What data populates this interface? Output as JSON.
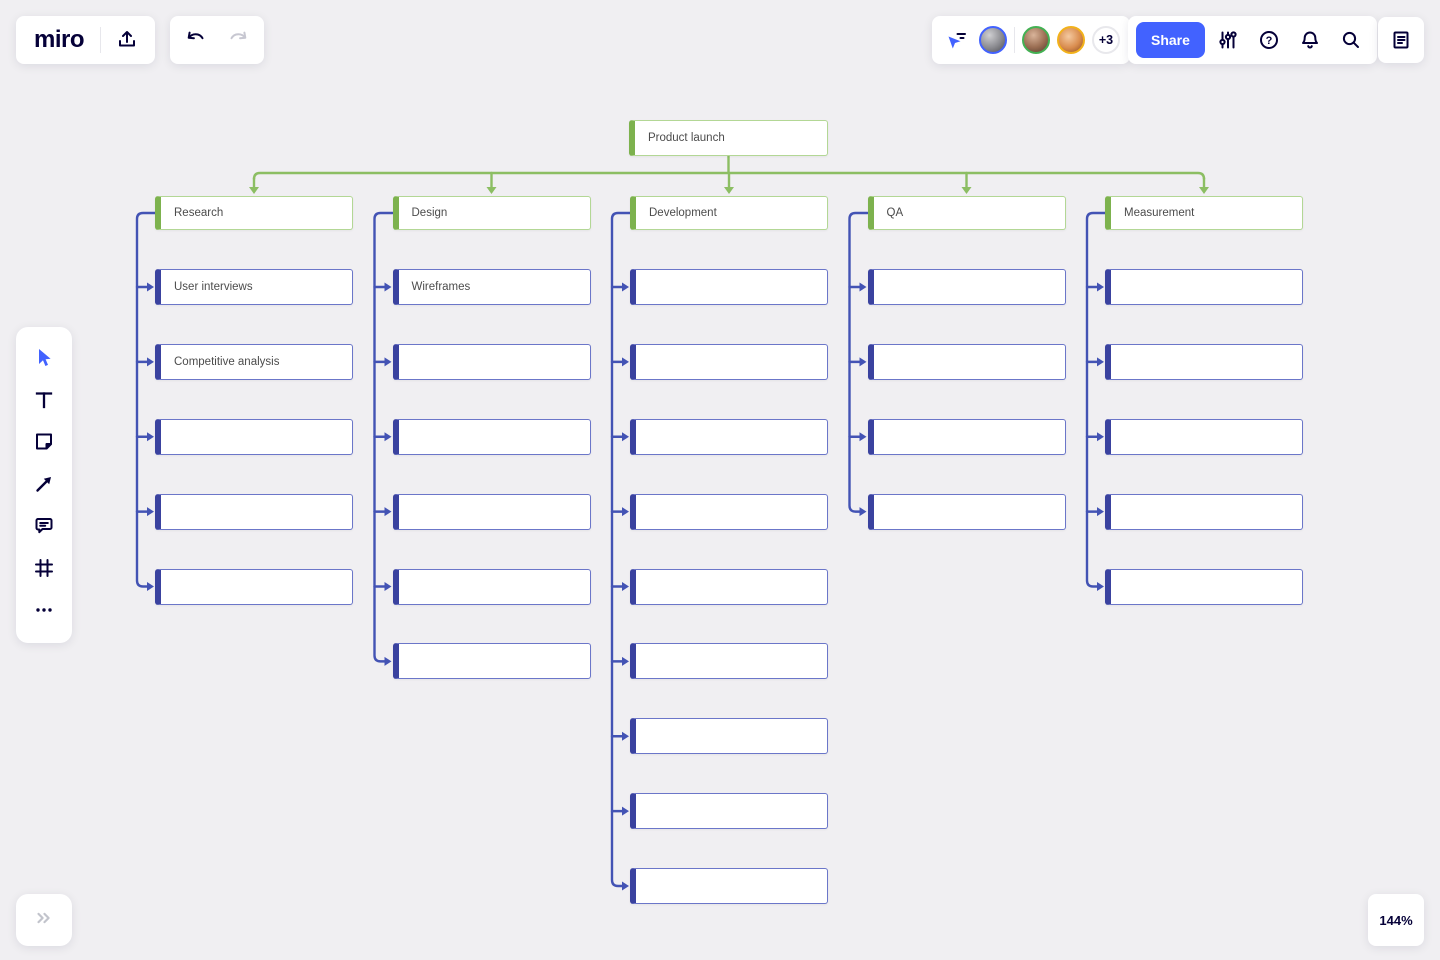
{
  "header": {
    "logo": "miro",
    "share_button": "Share",
    "overflow_avatars": "+3",
    "collaborators": [
      {
        "label": "collaborator-1",
        "ring": "#4262ff"
      },
      {
        "label": "collaborator-2",
        "ring": "#43b153"
      },
      {
        "label": "collaborator-3",
        "ring": "#f2b21b"
      }
    ]
  },
  "zoom_indicator": "144%",
  "tree": {
    "root": "Product launch",
    "columns": [
      {
        "header": "Research",
        "children": [
          "User interviews",
          "Competitive analysis",
          "",
          "",
          ""
        ]
      },
      {
        "header": "Design",
        "children": [
          "Wireframes",
          "",
          "",
          "",
          "",
          ""
        ]
      },
      {
        "header": "Development",
        "children": [
          "",
          "",
          "",
          "",
          "",
          "",
          "",
          "",
          ""
        ]
      },
      {
        "header": "QA",
        "children": [
          "",
          "",
          "",
          ""
        ]
      },
      {
        "header": "Measurement",
        "children": [
          "",
          "",
          "",
          "",
          ""
        ]
      }
    ]
  },
  "icons": {
    "left_toolbar": [
      "select-cursor",
      "text",
      "sticky-note",
      "arrow",
      "comment",
      "frame",
      "more"
    ],
    "top_left": [
      "export-upload",
      "undo",
      "redo"
    ],
    "top_right": [
      "follow-cursor",
      "settings-sliders",
      "help",
      "notifications-bell",
      "search",
      "notes-document"
    ],
    "bottom_left": "expand-chevrons"
  },
  "colors": {
    "accent_blue": "#4262ff",
    "navy": "#050038",
    "canvas_bg": "#f0eff2",
    "green_line": "#8cbe63",
    "green_bar": "#7db24e",
    "green_border": "#b3d795",
    "blue_line": "#4353b4",
    "blue_bar": "#3a429f",
    "blue_border": "#6b76c9"
  }
}
